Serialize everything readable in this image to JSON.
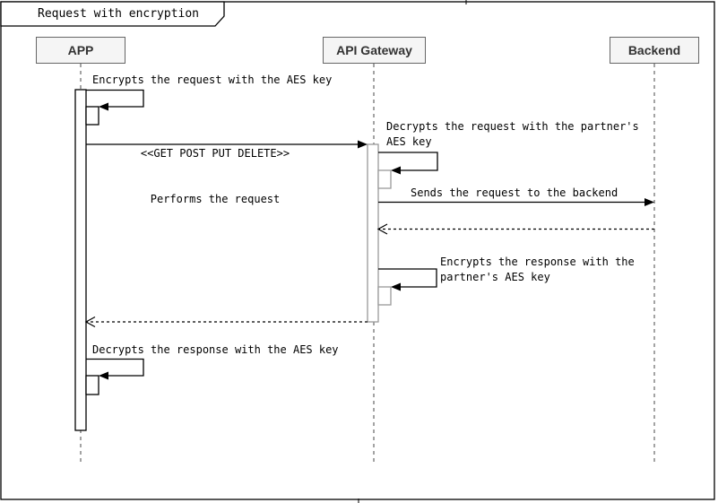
{
  "diagram": {
    "title": "Request with encryption",
    "kind": "uml-sequence-diagram"
  },
  "participants": [
    {
      "id": "app",
      "label": "APP"
    },
    {
      "id": "api-gateway",
      "label": "API Gateway"
    },
    {
      "id": "backend",
      "label": "Backend"
    }
  ],
  "messages": [
    {
      "kind": "self",
      "actor": "APP",
      "label": "Encrypts the request with the AES key"
    },
    {
      "kind": "sync",
      "from": "APP",
      "to": "API Gateway",
      "stereotype": "<<GET POST PUT DELETE>>",
      "label": "Performs the request"
    },
    {
      "kind": "self",
      "actor": "API Gateway",
      "label": "Decrypts the request with the partner's\nAES key"
    },
    {
      "kind": "sync",
      "from": "API Gateway",
      "to": "Backend",
      "label": "Sends the request to the backend"
    },
    {
      "kind": "return",
      "from": "Backend",
      "to": "API Gateway",
      "label": ""
    },
    {
      "kind": "self",
      "actor": "API Gateway",
      "label": "Encrypts the response with the\npartner's AES key"
    },
    {
      "kind": "return",
      "from": "API Gateway",
      "to": "APP",
      "label": ""
    },
    {
      "kind": "self",
      "actor": "APP",
      "label": "Decrypts the response with the AES key"
    }
  ],
  "colors": {
    "background": "#ffffff",
    "frame_stroke": "#000000",
    "participant_fill": "#f5f5f5",
    "participant_stroke": "#666666",
    "participant_text": "#333333",
    "lifeline": "#666666",
    "activation_app_stroke": "#000000",
    "activation_gateway_stroke": "#999999",
    "message_line": "#000000",
    "message_text": "#000000"
  }
}
